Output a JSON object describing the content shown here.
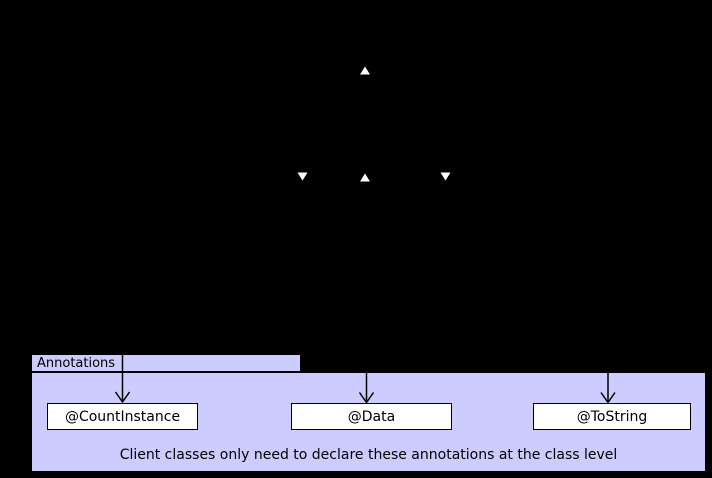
{
  "diagram": {
    "type": "uml-package-diagram",
    "background_color": "#000000",
    "line_color": "#000000",
    "arrowhead_fill": "#ffffff",
    "box_fill": "#ffffff"
  },
  "package": {
    "name": "Annotations",
    "fill_color": "#ccccff",
    "caption": "Client classes only need to declare these annotations at the class level"
  },
  "annotations": [
    {
      "label": "@CountInstance"
    },
    {
      "label": "@Data"
    },
    {
      "label": "@ToString"
    }
  ]
}
